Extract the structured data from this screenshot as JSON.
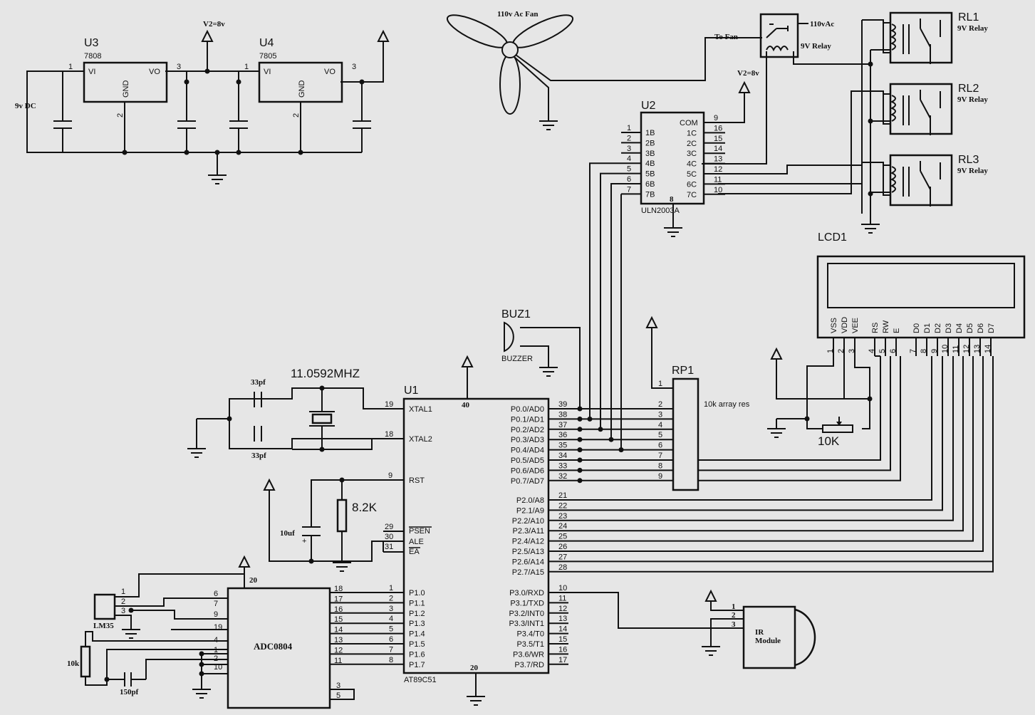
{
  "power": {
    "u3": "U3",
    "u3_part": "7808",
    "u4": "U4",
    "u4_part": "7805",
    "vi": "VI",
    "vo": "VO",
    "gnd": "GND",
    "v2": "V2=8v",
    "dc": "9v DC",
    "p1": "1",
    "p2": "2",
    "p3": "3"
  },
  "fan": {
    "label": "110v Ac Fan"
  },
  "relay_main": {
    "to_fan": "To Fan",
    "ac": "110vAc",
    "type": "9V Relay",
    "v2": "V2=8v"
  },
  "relays": [
    {
      "ref": "RL1",
      "type": "9V Relay"
    },
    {
      "ref": "RL2",
      "type": "9V Relay"
    },
    {
      "ref": "RL3",
      "type": "9V Relay"
    }
  ],
  "u2": {
    "ref": "U2",
    "part": "ULN2003A",
    "com": "COM",
    "pin8": "8",
    "left": [
      {
        "n": "1",
        "l": "1B"
      },
      {
        "n": "2",
        "l": "2B"
      },
      {
        "n": "3",
        "l": "3B"
      },
      {
        "n": "4",
        "l": "4B"
      },
      {
        "n": "5",
        "l": "5B"
      },
      {
        "n": "6",
        "l": "6B"
      },
      {
        "n": "7",
        "l": "7B"
      }
    ],
    "right": [
      {
        "n": "9",
        "l": "COM"
      },
      {
        "n": "16",
        "l": "1C"
      },
      {
        "n": "15",
        "l": "2C"
      },
      {
        "n": "14",
        "l": "3C"
      },
      {
        "n": "13",
        "l": "4C"
      },
      {
        "n": "12",
        "l": "5C"
      },
      {
        "n": "11",
        "l": "6C"
      },
      {
        "n": "10",
        "l": "7C"
      }
    ]
  },
  "lcd": {
    "ref": "LCD1",
    "pins": [
      {
        "l": "VSS",
        "n": "1"
      },
      {
        "l": "VDD",
        "n": "2"
      },
      {
        "l": "VEE",
        "n": "3"
      },
      {
        "l": "RS",
        "n": "4"
      },
      {
        "l": "RW",
        "n": "5"
      },
      {
        "l": "E",
        "n": "6"
      },
      {
        "l": "D0",
        "n": "7"
      },
      {
        "l": "D1",
        "n": "8"
      },
      {
        "l": "D2",
        "n": "9"
      },
      {
        "l": "D3",
        "n": "10"
      },
      {
        "l": "D4",
        "n": "11"
      },
      {
        "l": "D5",
        "n": "12"
      },
      {
        "l": "D6",
        "n": "13"
      },
      {
        "l": "D7",
        "n": "14"
      }
    ],
    "pot": "10K"
  },
  "buzzer": {
    "ref": "BUZ1",
    "part": "BUZZER"
  },
  "rp1": {
    "ref": "RP1",
    "desc": "10k array res",
    "pins": [
      "1",
      "2",
      "3",
      "4",
      "5",
      "6",
      "7",
      "8",
      "9"
    ]
  },
  "crystal": {
    "freq": "11.0592MHZ",
    "c1": "33pf",
    "c2": "33pf"
  },
  "mcu": {
    "ref": "U1",
    "part": "AT89C51",
    "vcc": "40",
    "gnd": "20",
    "xtal1": "XTAL1",
    "xtal2": "XTAL2",
    "rst": "RST",
    "psen": "PSEN",
    "ale": "ALE",
    "ea": "EA",
    "xtal1_n": "19",
    "xtal2_n": "18",
    "rst_n": "9",
    "psen_n": "29",
    "ale_n": "30",
    "ea_n": "31",
    "p0": [
      {
        "l": "P0.0/AD0",
        "n": "39"
      },
      {
        "l": "P0.1/AD1",
        "n": "38"
      },
      {
        "l": "P0.2/AD2",
        "n": "37"
      },
      {
        "l": "P0.3/AD3",
        "n": "36"
      },
      {
        "l": "P0.4/AD4",
        "n": "35"
      },
      {
        "l": "P0.5/AD5",
        "n": "34"
      },
      {
        "l": "P0.6/AD6",
        "n": "33"
      },
      {
        "l": "P0.7/AD7",
        "n": "32"
      }
    ],
    "p2": [
      {
        "l": "P2.0/A8",
        "n": "21"
      },
      {
        "l": "P2.1/A9",
        "n": "22"
      },
      {
        "l": "P2.2/A10",
        "n": "23"
      },
      {
        "l": "P2.3/A11",
        "n": "24"
      },
      {
        "l": "P2.4/A12",
        "n": "25"
      },
      {
        "l": "P2.5/A13",
        "n": "26"
      },
      {
        "l": "P2.6/A14",
        "n": "27"
      },
      {
        "l": "P2.7/A15",
        "n": "28"
      }
    ],
    "p3": [
      {
        "l": "P3.0/RXD",
        "n": "10"
      },
      {
        "l": "P3.1/TXD",
        "n": "11"
      },
      {
        "l": "P3.2/INT0",
        "n": "12"
      },
      {
        "l": "P3.3/INT1",
        "n": "13"
      },
      {
        "l": "P3.4/T0",
        "n": "14"
      },
      {
        "l": "P3.5/T1",
        "n": "15"
      },
      {
        "l": "P3.6/WR",
        "n": "16"
      },
      {
        "l": "P3.7/RD",
        "n": "17"
      }
    ],
    "p1": [
      {
        "l": "P1.0",
        "n": "1"
      },
      {
        "l": "P1.1",
        "n": "2"
      },
      {
        "l": "P1.2",
        "n": "3"
      },
      {
        "l": "P1.3",
        "n": "4"
      },
      {
        "l": "P1.4",
        "n": "5"
      },
      {
        "l": "P1.5",
        "n": "6"
      },
      {
        "l": "P1.6",
        "n": "7"
      },
      {
        "l": "P1.7",
        "n": "8"
      }
    ]
  },
  "reset": {
    "res": "8.2K",
    "cap": "10uf",
    "plus": "+"
  },
  "adc": {
    "part": "ADC0804",
    "vcc_pin": "20",
    "db_pins": [
      "18",
      "17",
      "16",
      "15",
      "14",
      "13",
      "12",
      "11"
    ],
    "left_pins": [
      "6",
      "7",
      "9",
      "19",
      "4",
      "1",
      "2",
      "10"
    ],
    "bottom_pins": [
      "3",
      "5"
    ]
  },
  "lm35": {
    "part": "LM35",
    "pins": [
      "1",
      "2",
      "3"
    ]
  },
  "adc_rc": {
    "res": "10k",
    "cap": "150pf"
  },
  "ir": {
    "line1": "IR",
    "line2": "Module",
    "pins": [
      "1",
      "2",
      "3"
    ]
  }
}
